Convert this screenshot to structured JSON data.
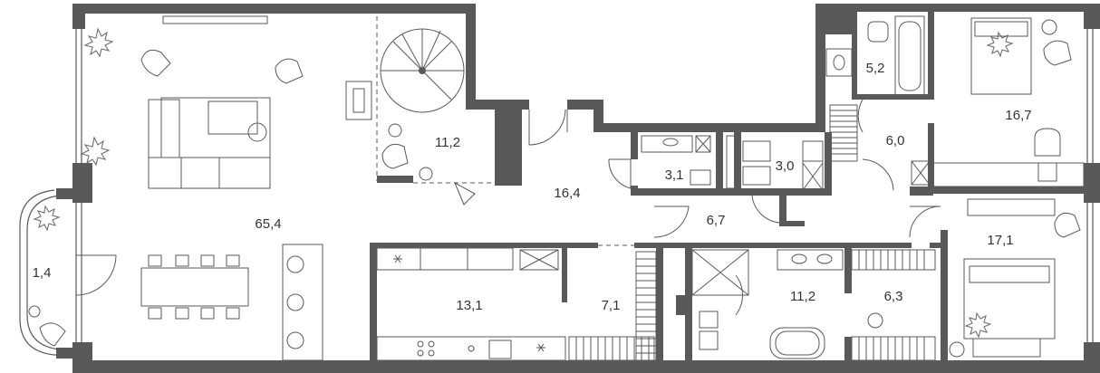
{
  "colors": {
    "wall": "#58595b",
    "text": "#333333",
    "background": "#ffffff"
  },
  "rooms": [
    {
      "id": "living",
      "area": "65,4"
    },
    {
      "id": "balcony",
      "area": "1,4"
    },
    {
      "id": "stairs",
      "area": "11,2"
    },
    {
      "id": "hall",
      "area": "16,4"
    },
    {
      "id": "wc-small",
      "area": "3,1"
    },
    {
      "id": "storage",
      "area": "3,0"
    },
    {
      "id": "bath-top",
      "area": "5,2"
    },
    {
      "id": "corridor",
      "area": "6,0"
    },
    {
      "id": "bedroom-top",
      "area": "16,7"
    },
    {
      "id": "vestibule",
      "area": "6,7"
    },
    {
      "id": "kitchen",
      "area": "13,1"
    },
    {
      "id": "pantry",
      "area": "7,1"
    },
    {
      "id": "bath-bottom",
      "area": "11,2"
    },
    {
      "id": "dressing",
      "area": "6,3"
    },
    {
      "id": "bedroom-bottom",
      "area": "17,1"
    }
  ]
}
